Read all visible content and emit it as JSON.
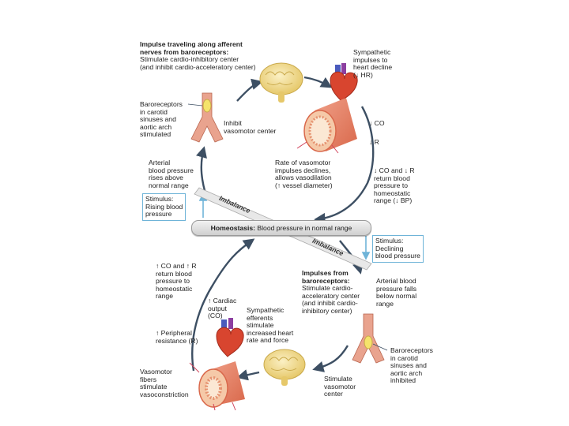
{
  "labels": {
    "afferent_title": "Impulse traveling along afferent\nnerves from baroreceptors:",
    "afferent_body": "Stimulate cardio-inhibitory center\n(and inhibit cardio-acceleratory center)",
    "sympathetic_decline": "Sympathetic\nimpulses to\nheart decline\n(↓ HR)",
    "baro_stimulated": "Baroreceptors\nin carotid\nsinuses and\naortic arch\nstimulated",
    "inhibit_vasomotor": "Inhibit\nvasomotor center",
    "co_down": "↓ CO",
    "r_down": "↓ R",
    "vasomotor_declines": "Rate of vasomotor\nimpulses declines,\nallows vasodilation\n(↑ vessel diameter)",
    "bp_rises": "Arterial\nblood pressure\nrises above\nnormal range",
    "co_r_down_return": "↓ CO and ↓ R\nreturn blood\npressure to\nhomeostatic\nrange (↓ BP)",
    "stimulus_rising": "Stimulus:\nRising blood\npressure",
    "imbalance_top": "Imbalance",
    "homeostasis_label": "Homeostasis:",
    "homeostasis_text": " Blood pressure in normal range",
    "imbalance_bottom": "Imbalance",
    "stimulus_declining": "Stimulus:\nDeclining\nblood pressure",
    "co_r_up_return": "↑ CO and ↑ R\nreturn blood\npressure to\nhomeostatic\nrange",
    "impulses_title": "Impulses from\nbaroreceptors:",
    "impulses_body": "Stimulate cardio-\nacceleratory center\n(and inhibit cardio-\ninhibitory center)",
    "bp_falls": "Arterial blood\npressure falls\nbelow normal\nrange",
    "cardiac_output": "↑ Cardiac\noutput\n(CO)",
    "sympathetic_efferents": "Sympathetic\nefferents\nstimulate\nincreased heart\nrate and force",
    "peripheral_resistance": "↑ Peripheral\nresistance (R)",
    "baro_inhibited": "Baroreceptors\nin carotid\nsinuses and\naortic arch\ninhibited",
    "vasomotor_fibers": "Vasomotor\nfibers\nstimulate\nvasoconstriction",
    "stimulate_vasomotor": "Stimulate\nvasomotor\ncenter"
  },
  "colors": {
    "arrow": "#3d4f63",
    "stimulus_border": "#6fb4d8",
    "vessel": "#e8886c",
    "brain": "#f1dd98",
    "heart": "#d8452f",
    "artery": "#e9a38e"
  }
}
